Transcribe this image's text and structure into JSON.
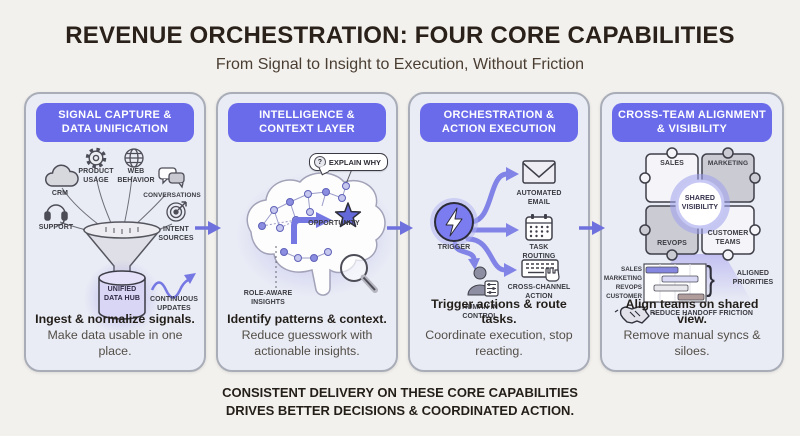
{
  "header": {
    "title": "REVENUE ORCHESTRATION: FOUR CORE CAPABILITIES",
    "subtitle": "From Signal to Insight to Execution, Without Friction"
  },
  "panels": {
    "signal": {
      "title": "SIGNAL CAPTURE &\nDATA UNIFICATION",
      "sources": {
        "crm": "CRM",
        "product_usage": "PRODUCT\nUSAGE",
        "web_behavior": "WEB\nBEHAVIOR",
        "conversations": "CONVERSATIONS",
        "support": "SUPPORT",
        "intent_sources": "INTENT\nSOURCES"
      },
      "hub_label": "UNIFIED\nDATA HUB",
      "updates_label": "CONTINUOUS\nUPDATES",
      "caption_bold": "Ingest & normalize signals.",
      "caption_regular": "Make data usable in one place."
    },
    "intelligence": {
      "title": "INTELLIGENCE &\nCONTEXT LAYER",
      "explain_why_mark": "?",
      "explain_why": "EXPLAIN WHY",
      "opportunity": "OPPORTUNITY",
      "role_aware": "ROLE-AWARE\nINSIGHTS",
      "caption_bold": "Identify patterns & context.",
      "caption_regular": "Reduce guesswork with actionable insights."
    },
    "orchestration": {
      "title": "ORCHESTRATION &\nACTION EXECUTION",
      "trigger": "TRIGGER",
      "automated_email": "AUTOMATED\nEMAIL",
      "task_routing": "TASK\nROUTING",
      "cross_channel": "CROSS-CHANNEL\nACTION",
      "human_in_control": "HUMAN IN\nCONTROL",
      "caption_bold": "Trigger actions & route tasks.",
      "caption_regular": "Coordinate execution, stop reacting."
    },
    "alignment": {
      "title": "CROSS-TEAM ALIGNMENT\n& VISIBILITY",
      "puzzle": {
        "sales": "SALES",
        "marketing": "MARKETING",
        "revops": "REVOPS",
        "customer_teams": "CUSTOMER\nTEAMS",
        "shared_visibility": "SHARED\nVISIBILITY"
      },
      "gantt_rows": [
        "SALES",
        "MARKETING",
        "REVOPS",
        "CUSTOMER"
      ],
      "brace": "}",
      "aligned_priorities": "ALIGNED\nPRIORITIES",
      "reduce_handoff": "REDUCE HANDOFF FRICTION",
      "caption_bold": "Align teams on shared view.",
      "caption_regular": "Remove manual syncs & siloes."
    }
  },
  "footer": {
    "line1": "CONSISTENT DELIVERY ON THESE CORE CAPABILITIES",
    "line2": "DRIVES BETTER DECISIONS & COORDINATED ACTION."
  },
  "colors": {
    "accent": "#6a6bea",
    "arrow": "#6e70dd",
    "panel_bg": "#e9ecf5",
    "page_bg": "#f3f1ed"
  }
}
